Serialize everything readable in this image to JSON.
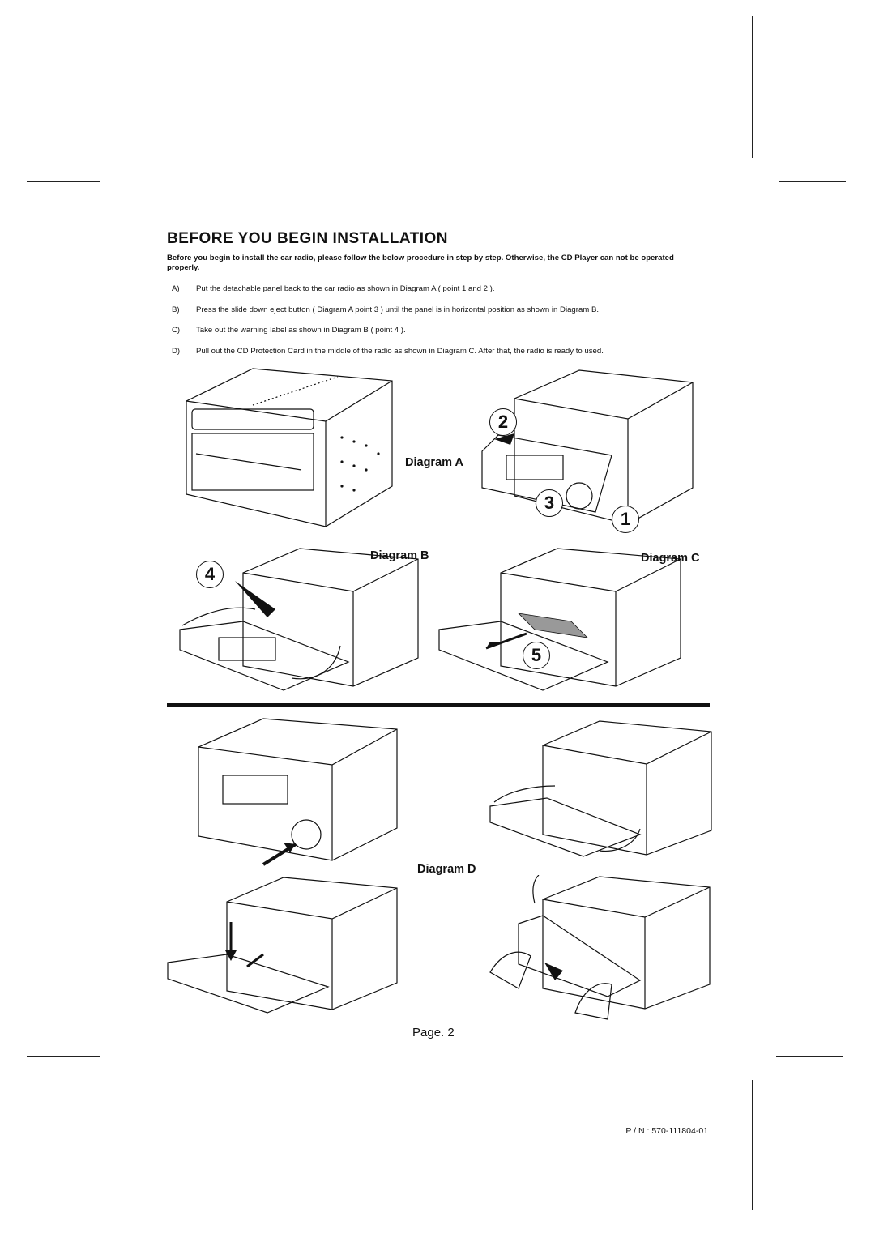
{
  "header": {
    "title": "BEFORE YOU BEGIN INSTALLATION",
    "intro": "Before you begin to install the car radio, please follow the below procedure in step by step. Otherwise, the CD Player can not be operated properly."
  },
  "steps": [
    {
      "label": "A)",
      "text": "Put the detachable panel back to the car radio as shown in Diagram A ( point 1 and 2 )."
    },
    {
      "label": "B)",
      "text": "Press the slide down eject button ( Diagram A point 3 ) until the panel is in horizontal position as shown in Diagram B."
    },
    {
      "label": "C)",
      "text": "Take out the warning label as shown in Diagram B ( point 4 )."
    },
    {
      "label": "D)",
      "text": "Pull out the CD Protection Card in the middle of the radio as shown in Diagram C.  After that, the radio is ready to used."
    }
  ],
  "diagrams": {
    "a": "Diagram  A",
    "b": "Diagram  B",
    "c": "Diagram  C",
    "d": "Diagram  D"
  },
  "points": {
    "p1": "1",
    "p2": "2",
    "p3": "3",
    "p4": "4",
    "p5": "5"
  },
  "footer": {
    "page": "Page.  2",
    "part_number": "P / N : 570-111804-01"
  },
  "icons": [
    "car-radio-illustration",
    "arrow-icon",
    "hand-icon"
  ]
}
